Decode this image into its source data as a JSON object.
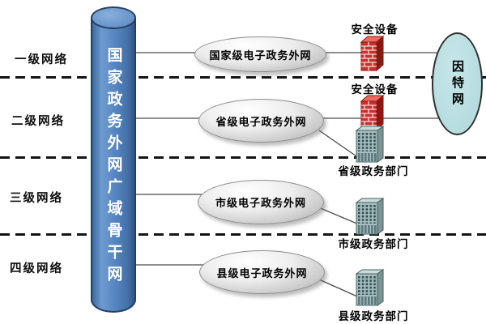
{
  "backbone": {
    "label": "国家政务外网广域骨干网"
  },
  "internet": {
    "label": "因特网"
  },
  "tiers": [
    {
      "level": "一级网络",
      "network": "国家级电子政务外网",
      "security": "安全设备"
    },
    {
      "level": "二级网络",
      "network": "省级电子政务外网",
      "security": "安全设备",
      "department": "省级政务部门"
    },
    {
      "level": "三级网络",
      "network": "市级电子政务外网",
      "department": "市级政务部门"
    },
    {
      "level": "四级网络",
      "network": "县级电子政务外网",
      "department": "县级政务部门"
    }
  ],
  "colors": {
    "backbone_fill": "#5585c1",
    "backbone_border": "#253f63",
    "internet_fill": "#b0d8dc",
    "node_ellipse_fill": "#d9d9d9",
    "firewall_red": "#c9302c",
    "building_teal": "#a5bec0",
    "line": "#4a4a4a"
  }
}
